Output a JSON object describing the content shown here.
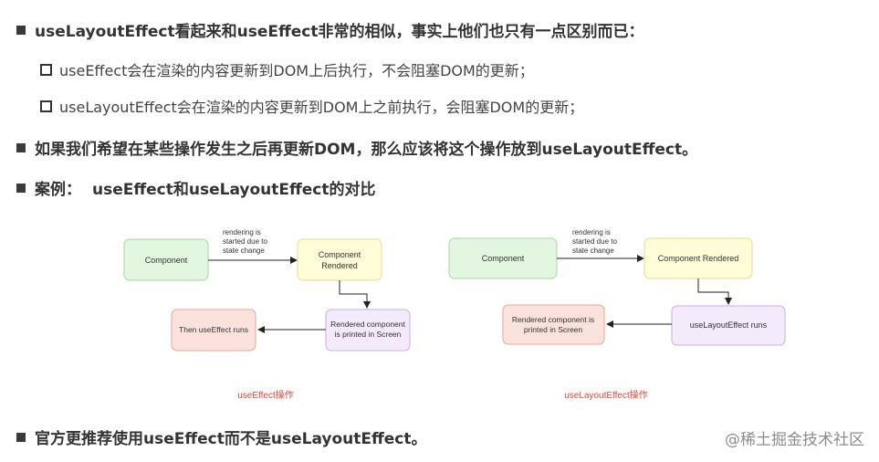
{
  "bullets": {
    "b1": "useLayoutEffect看起来和useEffect非常的相似，事实上他们也只有一点区别而已：",
    "sub1": "useEffect会在渲染的内容更新到DOM上后执行，不会阻塞DOM的更新；",
    "sub2": "useLayoutEffect会在渲染的内容更新到DOM上之前执行，会阻塞DOM的更新；",
    "b2": "如果我们希望在某些操作发生之后再更新DOM，那么应该将这个操作放到useLayoutEffect。",
    "b3_prefix": "案例：",
    "b3_text": "useEffect和useLayoutEffect的对比",
    "b4": "官方更推荐使用useEffect而不是useLayoutEffect。"
  },
  "diagram_left": {
    "arrow_label": [
      "rendering is",
      "started due to",
      "state change"
    ],
    "component": "Component",
    "rendered": [
      "Component",
      "Rendered"
    ],
    "printed": [
      "Rendered component",
      "is printed in Screen"
    ],
    "effect": "Then useEffect runs",
    "caption": "useEffect操作"
  },
  "diagram_right": {
    "arrow_label": [
      "rendering is",
      "started due to",
      "state change"
    ],
    "component": "Component",
    "rendered": "Component Rendered",
    "layout_effect": "useLayoutEffect runs",
    "printed": [
      "Rendered component is",
      "printed in Screen"
    ],
    "caption": "useLayoutEffect操作"
  },
  "watermark": "@稀土掘金技术社区",
  "colors": {
    "green_fill": "#e2f6e0",
    "green_stroke": "#a6d8a1",
    "yellow_fill": "#fefdd8",
    "yellow_stroke": "#e6dc8e",
    "purple_fill": "#f3ebfb",
    "purple_stroke": "#c9afe0",
    "red_fill": "#fbe2dd",
    "red_stroke": "#e7a79a",
    "caption_red": "#e8443a"
  }
}
